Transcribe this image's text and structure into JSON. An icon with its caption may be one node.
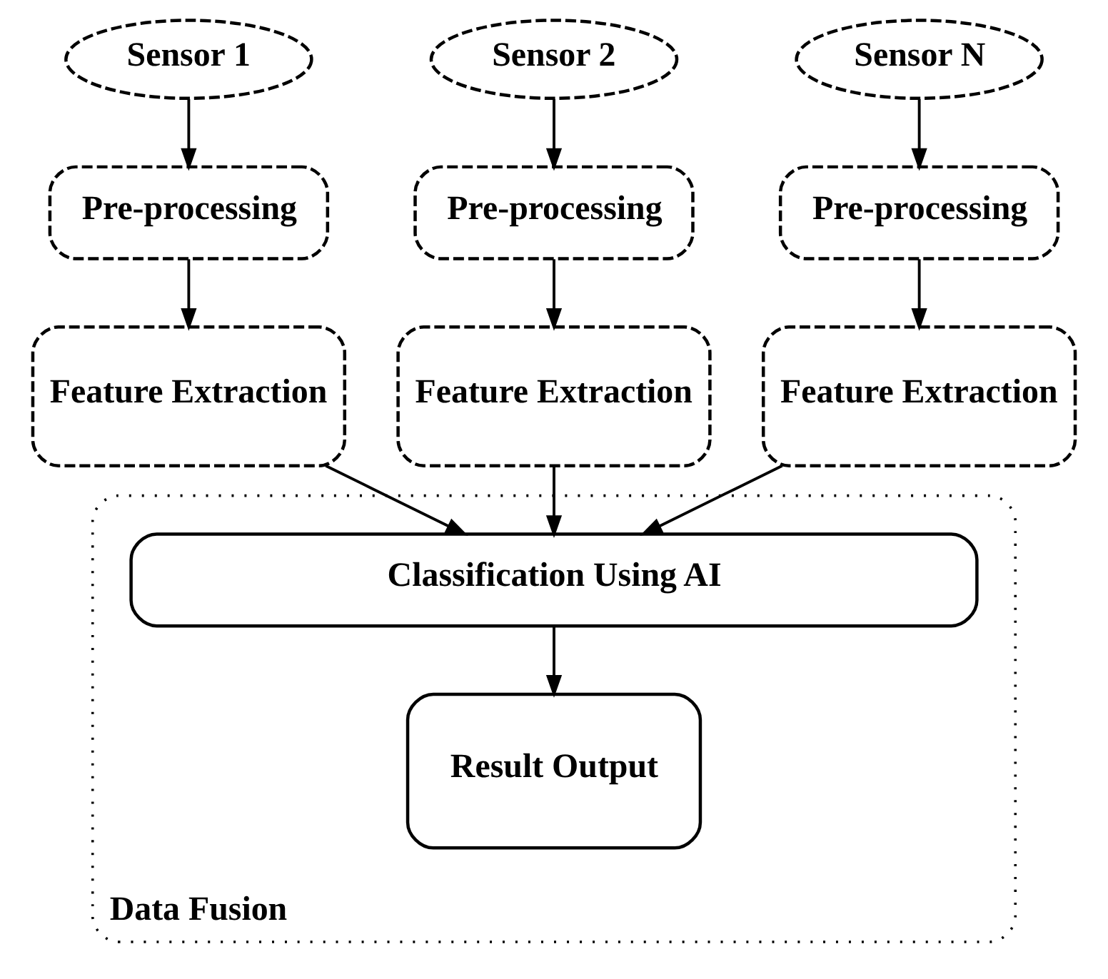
{
  "diagram": {
    "nodes": [
      {
        "text": [
          "Sensor 1"
        ]
      },
      {
        "text": [
          "Sensor 2"
        ]
      },
      {
        "text": [
          "Sensor N"
        ]
      },
      {
        "text": [
          "Pre-processing"
        ]
      },
      {
        "text": [
          "Pre-processing"
        ]
      },
      {
        "text": [
          "Pre-processing"
        ]
      },
      {
        "text": [
          "Feature Extraction"
        ]
      },
      {
        "text": [
          "Feature Extraction"
        ]
      },
      {
        "text": [
          "Feature Extraction"
        ]
      },
      {
        "text": [
          "Data Fusion"
        ]
      },
      {
        "text": [
          "Classification Using AI"
        ],
        "in": 9
      },
      {
        "text": [
          "Result Output"
        ],
        "in": 9
      }
    ],
    "edges": [
      {
        "from": 0,
        "to": 3,
        "arrow": "to"
      },
      {
        "from": 1,
        "to": 4,
        "arrow": "to"
      },
      {
        "from": 2,
        "to": 5,
        "arrow": "to"
      },
      {
        "from": 3,
        "to": 6,
        "arrow": "to"
      },
      {
        "from": 4,
        "to": 7,
        "arrow": "to"
      },
      {
        "from": 5,
        "to": 8,
        "arrow": "to"
      },
      {
        "from": 6,
        "to": 10,
        "arrow": "to"
      },
      {
        "from": 7,
        "to": 10,
        "arrow": "to"
      },
      {
        "from": 8,
        "to": 10,
        "arrow": "to"
      },
      {
        "from": 10,
        "to": 11,
        "arrow": "to"
      }
    ]
  }
}
